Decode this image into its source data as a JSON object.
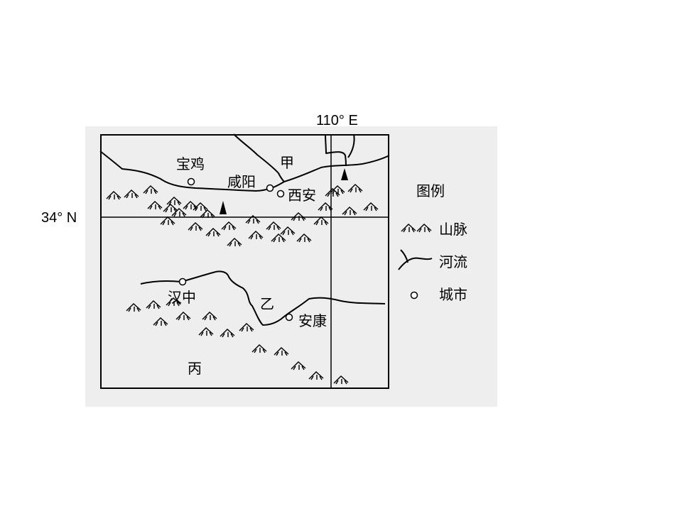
{
  "map": {
    "longitude_label": "110° E",
    "latitude_label": "34° N",
    "places": {
      "baoji": "宝鸡",
      "xianyang": "咸阳",
      "xian": "西安",
      "hanzhong": "汉中",
      "ankang": "安康",
      "jia": "甲",
      "yi": "乙",
      "bing": "丙"
    },
    "markers": [
      "peak-marker",
      "peak-marker"
    ]
  },
  "legend": {
    "title": "图例",
    "items": [
      {
        "icon": "mountain-icon",
        "label": "山脉"
      },
      {
        "icon": "river-icon",
        "label": "河流"
      },
      {
        "icon": "city-icon",
        "label": "城市"
      }
    ]
  }
}
